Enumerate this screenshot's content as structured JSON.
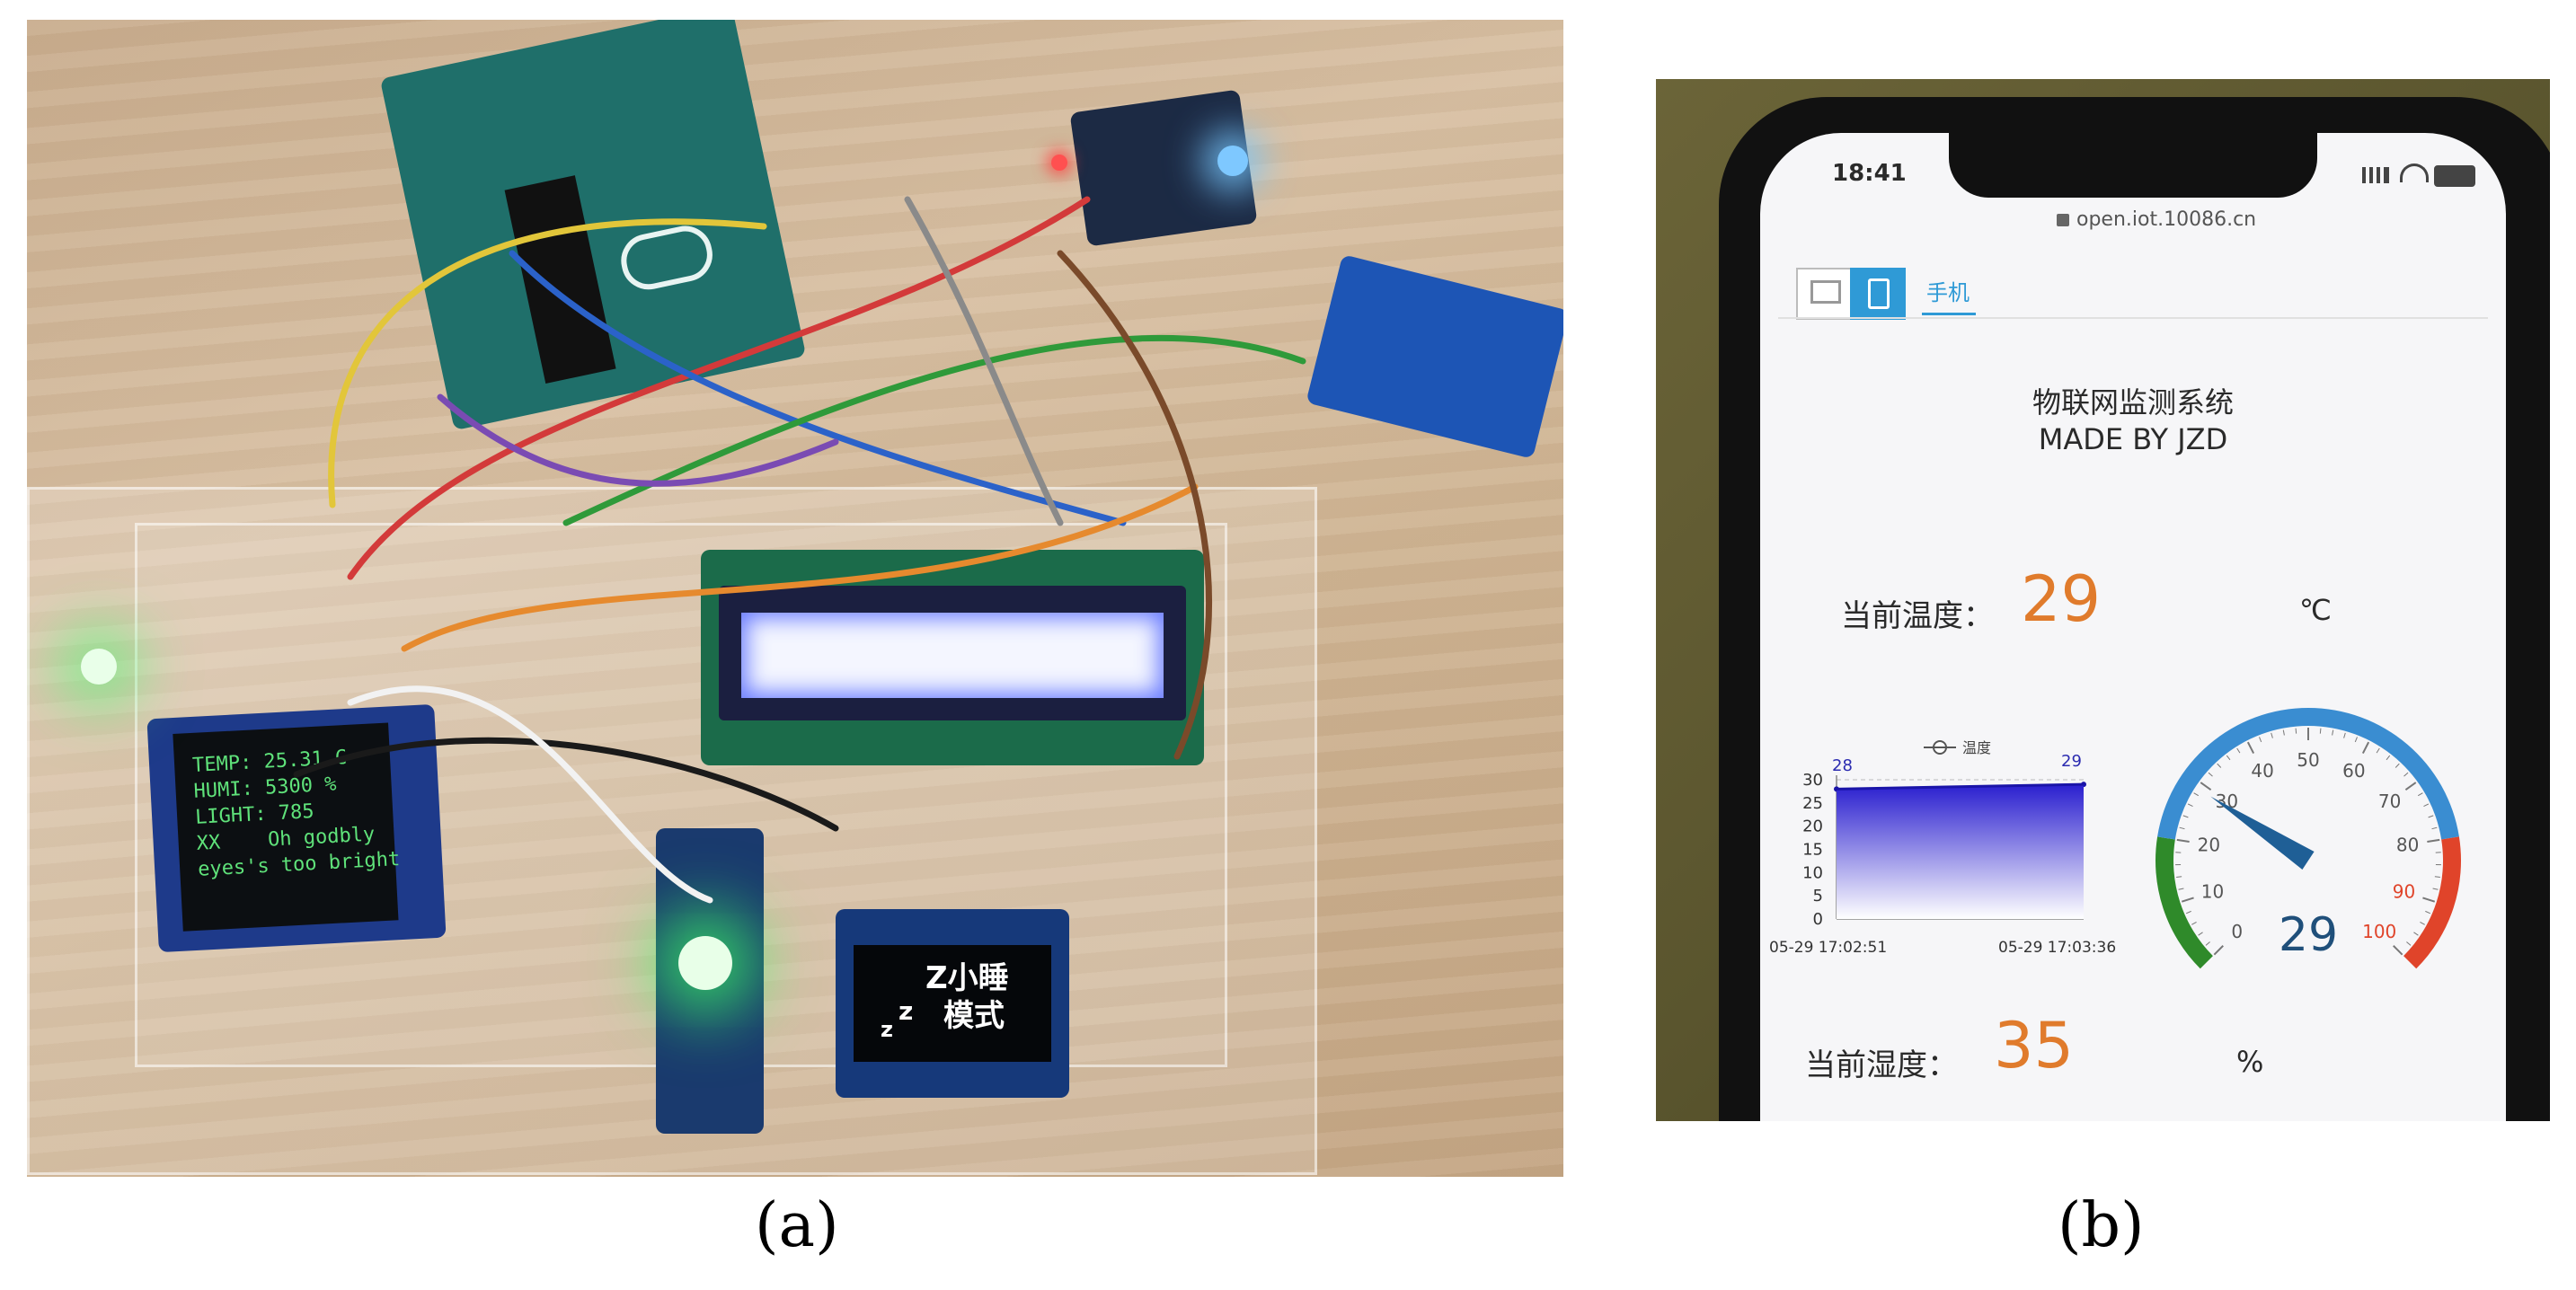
{
  "captions": {
    "a": "(a)",
    "b": "(b)"
  },
  "photo_a": {
    "oled_large_lines": [
      "TEMP: 25.31 C",
      "HUMI: 5300 %",
      "LIGHT: 785",
      "XX    Oh godbly",
      "eyes's too bright"
    ],
    "oled_small_lines": [
      "Z小睡",
      "模式"
    ],
    "oled_small_sleep_marks": [
      "z",
      "z"
    ]
  },
  "phone": {
    "status_time": "18:41",
    "url": "open.iot.10086.cn",
    "tab_label": "手机",
    "title": "物联网监测系统",
    "subtitle": "MADE BY JZD",
    "temperature": {
      "label": "当前温度：",
      "value": "29",
      "unit": "℃"
    },
    "humidity": {
      "label": "当前湿度：",
      "value": "35",
      "unit": "%"
    },
    "mini_chart": {
      "legend": "温度",
      "y_ticks": [
        "30",
        "25",
        "20",
        "15",
        "10",
        "5",
        "0"
      ],
      "start_label": "28",
      "end_label": "29",
      "x_start": "05-29 17:02:51",
      "x_end": "05-29 17:03:36",
      "values": [
        28,
        29
      ]
    },
    "gauge": {
      "ticks": [
        "0",
        "10",
        "20",
        "30",
        "40",
        "50",
        "60",
        "70",
        "80",
        "90",
        "100"
      ],
      "value": "29",
      "value_num": 29
    },
    "colors": {
      "accent_orange": "#e07b2c",
      "gauge_blue": "#3a8dd1",
      "gauge_green": "#2f8a2a",
      "gauge_red": "#e0442a"
    }
  }
}
